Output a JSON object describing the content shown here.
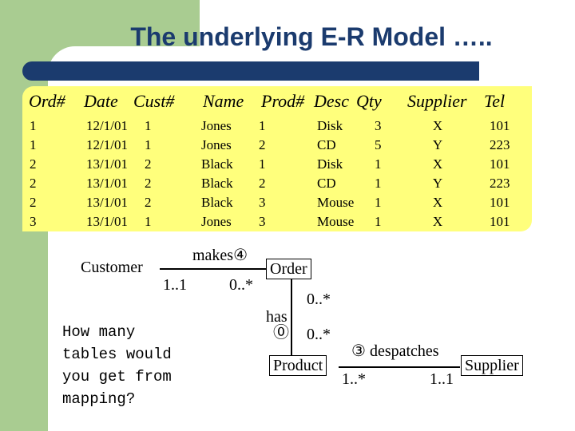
{
  "title": "The underlying E-R Model …..",
  "table": {
    "headers": {
      "ord": "Ord#",
      "date": "Date",
      "cust": "Cust#",
      "name": "Name",
      "prod": "Prod#",
      "desc": "Desc",
      "qty": "Qty",
      "supplier": "Supplier",
      "tel": "Tel"
    },
    "rows": [
      {
        "ord": "1",
        "date": "12/1/01",
        "cust": "1",
        "name": "Jones",
        "prod": "1",
        "desc": "Disk",
        "qty": "3",
        "supplier": "X",
        "tel": "101"
      },
      {
        "ord": "1",
        "date": "12/1/01",
        "cust": "1",
        "name": "Jones",
        "prod": "2",
        "desc": "CD",
        "qty": "5",
        "supplier": "Y",
        "tel": "223"
      },
      {
        "ord": "2",
        "date": "13/1/01",
        "cust": "2",
        "name": "Black",
        "prod": "1",
        "desc": "Disk",
        "qty": "1",
        "supplier": "X",
        "tel": "101"
      },
      {
        "ord": "2",
        "date": "13/1/01",
        "cust": "2",
        "name": "Black",
        "prod": "2",
        "desc": "CD",
        "qty": "1",
        "supplier": "Y",
        "tel": "223"
      },
      {
        "ord": "2",
        "date": "13/1/01",
        "cust": "2",
        "name": "Black",
        "prod": "3",
        "desc": "Mouse",
        "qty": "1",
        "supplier": "X",
        "tel": "101"
      },
      {
        "ord": "3",
        "date": "13/1/01",
        "cust": "1",
        "name": "Jones",
        "prod": "3",
        "desc": "Mouse",
        "qty": "1",
        "supplier": "X",
        "tel": "101"
      }
    ]
  },
  "diagram": {
    "entities": {
      "customer": "Customer",
      "order": "Order",
      "product": "Product",
      "supplier": "Supplier"
    },
    "relationships": {
      "makes": "makes",
      "makes_num": "④",
      "has": "has",
      "has_num": "⓪",
      "despatches": "despatches",
      "despatches_num": "③"
    },
    "cardinalities": {
      "customer_makes": "1..1",
      "order_makes": "0..*",
      "order_has": "0..*",
      "product_has": "0..*",
      "product_despatches": "1..*",
      "supplier_despatches": "1..1"
    }
  },
  "question": [
    "How many",
    "tables would",
    "you get from",
    "mapping?"
  ],
  "colors": {
    "green": "#a9cc91",
    "navy": "#1b3b6e",
    "table_bg": "#ffff7c"
  }
}
